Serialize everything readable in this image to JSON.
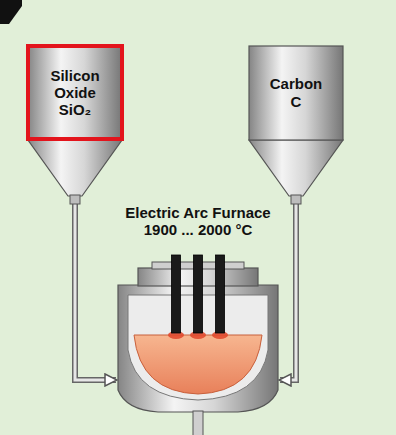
{
  "diagram": {
    "nodes": [
      {
        "text": [
          "Silicon Oxide SiO₂"
        ]
      },
      {
        "text": [
          "Carbon C"
        ]
      },
      {
        "text": [
          "Electric Arc Furnace 1900 ... 2000 °C"
        ]
      }
    ],
    "edges": [
      {
        "from": 0,
        "to": 2,
        "arrow": "to"
      },
      {
        "from": 1,
        "to": 2,
        "arrow": "to"
      }
    ]
  }
}
